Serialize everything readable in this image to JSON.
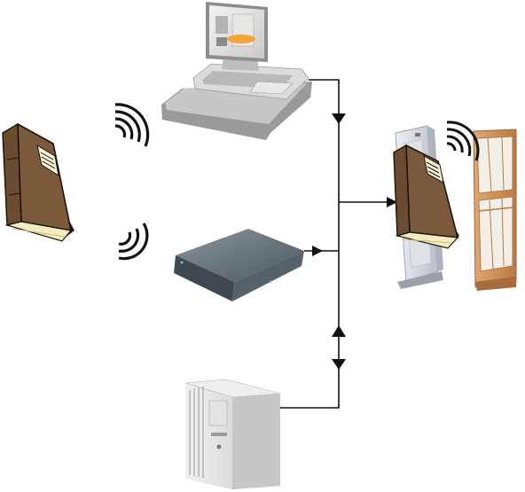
{
  "diagram": {
    "nodes": [
      {
        "id": "rfid-book-left",
        "icon": "book-with-rfid-tag-icon"
      },
      {
        "id": "rfid-waves-upper",
        "icon": "radio-waves-icon"
      },
      {
        "id": "rfid-waves-lower",
        "icon": "radio-waves-icon"
      },
      {
        "id": "staff-workstation",
        "icon": "computer-workstation-with-reader-pad-icon"
      },
      {
        "id": "rfid-reader-pad",
        "icon": "rfid-reader-pad-icon"
      },
      {
        "id": "server",
        "icon": "tower-server-icon"
      },
      {
        "id": "security-gate",
        "icon": "security-gate-icon"
      },
      {
        "id": "wooden-gate",
        "icon": "wooden-security-gate-icon"
      },
      {
        "id": "rfid-book-gate",
        "icon": "book-with-rfid-tag-icon"
      },
      {
        "id": "rfid-waves-gate",
        "icon": "radio-waves-icon"
      }
    ],
    "connections": [
      {
        "from": "staff-workstation",
        "to": "network-bus",
        "arrow": "to-bus"
      },
      {
        "from": "rfid-reader-pad",
        "to": "network-bus",
        "arrow": "to-bus"
      },
      {
        "from": "network-bus",
        "to": "security-gate",
        "arrow": "to-gate"
      },
      {
        "from": "server",
        "to": "network-bus",
        "arrow": "both"
      }
    ],
    "colors": {
      "line": "#111111",
      "book_cover": "#7a5a3a",
      "book_pages": "#f3ecc0",
      "gate_wood": "#c98a52",
      "device_grey": "#5e6a72",
      "server_silver": "#d9dadc"
    }
  }
}
